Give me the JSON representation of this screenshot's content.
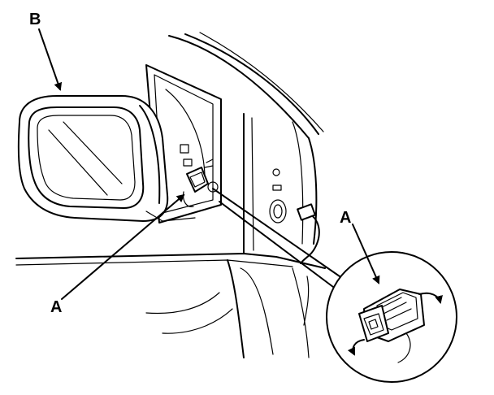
{
  "labels": {
    "mirror": "B",
    "connector_main": "A",
    "connector_detail": "A"
  },
  "colors": {
    "ink": "#000000",
    "paper": "#ffffff"
  }
}
